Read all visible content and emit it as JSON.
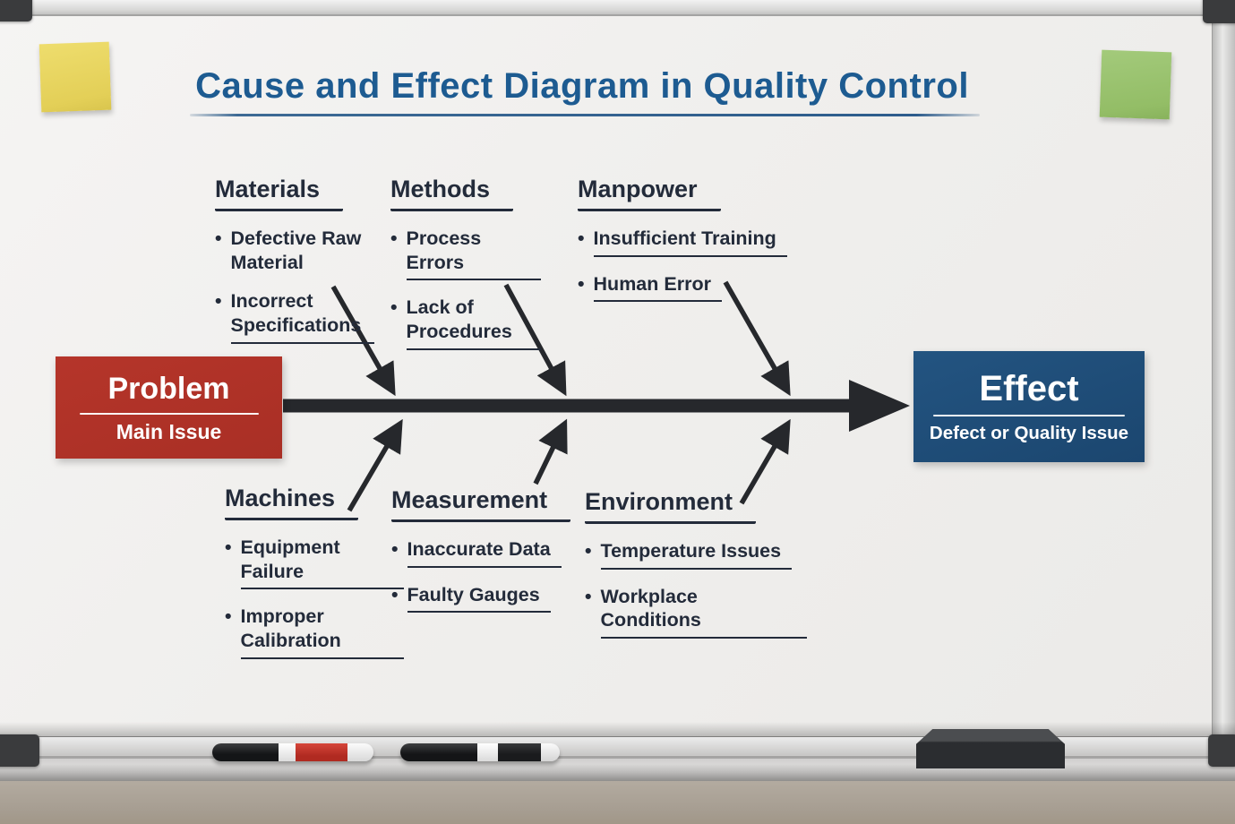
{
  "scene": {
    "description": "Whiteboard photo of a fishbone (Ishikawa) cause-and-effect diagram",
    "board_color": "#f0efed",
    "wall_color": "#a99f92",
    "ink_color": "#232b3a",
    "spine_color": "#26282c"
  },
  "title": {
    "text": "Cause and Effect Diagram in Quality Control",
    "color": "#1d5b91"
  },
  "problem_node": {
    "label": "Problem",
    "sublabel": "Main Issue",
    "color": "#b23328"
  },
  "effect_node": {
    "label": "Effect",
    "sublabel": "Defect or Quality Issue",
    "color": "#1f4e7b"
  },
  "top_categories": [
    {
      "name": "Materials",
      "items": [
        "Defective Raw Material",
        "Incorrect Specifications"
      ]
    },
    {
      "name": "Methods",
      "items": [
        "Process Errors",
        "Lack of Procedures"
      ]
    },
    {
      "name": "Manpower",
      "items": [
        "Insufficient Training",
        "Human Error"
      ]
    }
  ],
  "bottom_categories": [
    {
      "name": "Machines",
      "items": [
        "Equipment Failure",
        "Improper Calibration"
      ]
    },
    {
      "name": "Measurement",
      "items": [
        "Inaccurate Data",
        "Faulty Gauges"
      ]
    },
    {
      "name": "Environment",
      "items": [
        "Temperature Issues",
        "Workplace Conditions"
      ]
    }
  ],
  "bullet_glyph": "•",
  "objects": {
    "sticky_note_yellow_color": "#e8d75f",
    "sticky_note_green_color": "#9cc472",
    "marker_red_color": "#c4332a",
    "marker_black_color": "#1c1d1f",
    "eraser_color": "#2e3033",
    "tray_color": "#c9c8c7"
  }
}
